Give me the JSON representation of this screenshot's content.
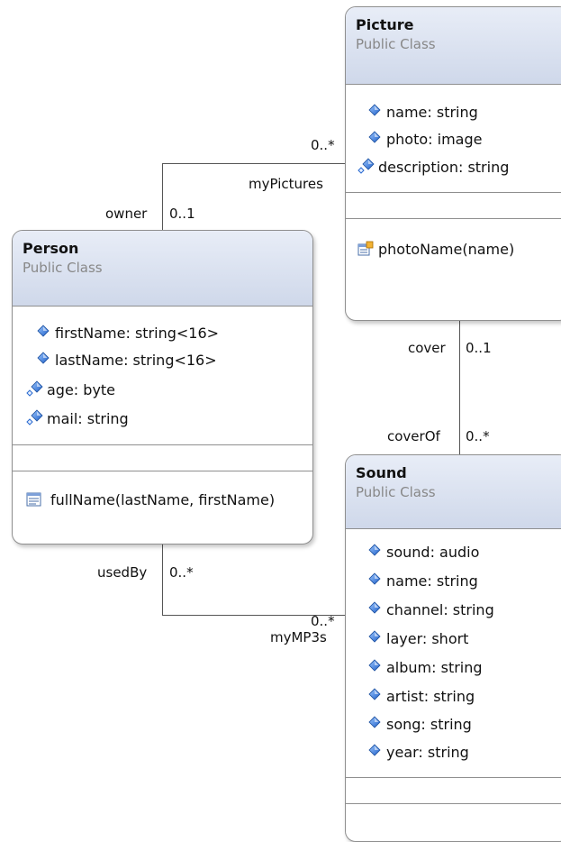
{
  "classes": {
    "picture": {
      "name": "Picture",
      "stereotype": "Public Class",
      "attributes": [
        {
          "text": "name: string",
          "icon": "property-icon"
        },
        {
          "text": "photo: image",
          "icon": "property-icon"
        },
        {
          "text": "description: string",
          "icon": "optional-property-icon"
        }
      ],
      "methods": [
        {
          "text": "photoName(name)",
          "icon": "method-icon"
        }
      ]
    },
    "person": {
      "name": "Person",
      "stereotype": "Public Class",
      "attributes": [
        {
          "text": "firstName: string<16>",
          "icon": "property-icon"
        },
        {
          "text": "lastName: string<16>",
          "icon": "property-icon"
        },
        {
          "text": "age: byte",
          "icon": "optional-property-icon"
        },
        {
          "text": "mail: string",
          "icon": "optional-property-icon"
        }
      ],
      "methods": [
        {
          "text": "fullName(lastName, firstName)",
          "icon": "method-icon"
        }
      ]
    },
    "sound": {
      "name": "Sound",
      "stereotype": "Public Class",
      "attributes": [
        {
          "text": "sound: audio",
          "icon": "property-icon"
        },
        {
          "text": "name: string",
          "icon": "property-icon"
        },
        {
          "text": "channel: string",
          "icon": "property-icon"
        },
        {
          "text": "layer: short",
          "icon": "property-icon"
        },
        {
          "text": "album: string",
          "icon": "property-icon"
        },
        {
          "text": "artist: string",
          "icon": "property-icon"
        },
        {
          "text": "song: string",
          "icon": "property-icon"
        },
        {
          "text": "year: string",
          "icon": "property-icon"
        }
      ],
      "methods": []
    }
  },
  "associations": {
    "person_picture": {
      "role_person": "owner",
      "mult_person": "0..1",
      "role_picture": "myPictures",
      "mult_picture": "0..*"
    },
    "picture_sound": {
      "role_picture": "cover",
      "mult_picture": "0..1",
      "role_sound": "coverOf",
      "mult_sound": "0..*"
    },
    "person_sound": {
      "role_person": "usedBy",
      "mult_person": "0..*",
      "role_sound": "myMP3s",
      "mult_sound": "0..*"
    }
  },
  "colors": {
    "header_top": "#e8edf7",
    "header_bottom": "#cfd8ea",
    "property_icon": "#3a78d4",
    "border": "#8f8f8f"
  }
}
